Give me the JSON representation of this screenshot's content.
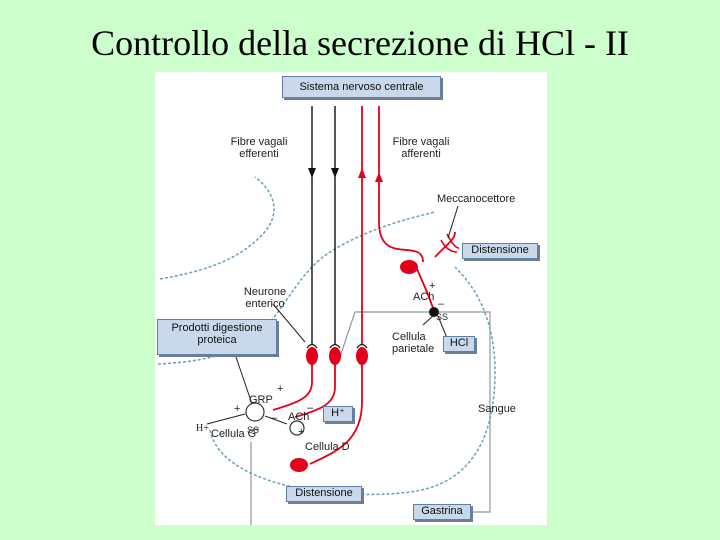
{
  "slide": {
    "title": "Controllo della secrezione di HCl - II"
  },
  "figure": {
    "boxes": {
      "cns": "Sistema nervoso centrale",
      "distension_top": "Distensione",
      "protein_products": [
        "Prodotti digestione",
        "proteica"
      ],
      "hcl": "HCl",
      "h_plus": "H⁺",
      "distension_bottom": "Distensione",
      "gastrin": "Gastrina"
    },
    "labels": {
      "vagal_efferent": [
        "Fibre vagali",
        "efferenti"
      ],
      "vagal_afferent": [
        "Fibre vagali",
        "afferenti"
      ],
      "mechanoreceptor": "Meccanocettore",
      "enteric_neuron": [
        "Neurone",
        "enterico"
      ],
      "parietal_cell": [
        "Cellula",
        "parietale"
      ],
      "blood": "Sangue",
      "grp": "GRP",
      "ach_upper": "ACh",
      "ach_lower": "ACh",
      "g_cell": "Cellula G",
      "d_cell": "Cellula D",
      "ss_left": "SS",
      "ss_right": "SS",
      "h_plus_text": "H+",
      "plus": "+",
      "minus": "–"
    },
    "colors": {
      "nerve": "#e4001b",
      "stomach_wall": "#6a9fba",
      "box_fill": "#c9d8ea",
      "box_border": "#5f7fa8"
    }
  }
}
